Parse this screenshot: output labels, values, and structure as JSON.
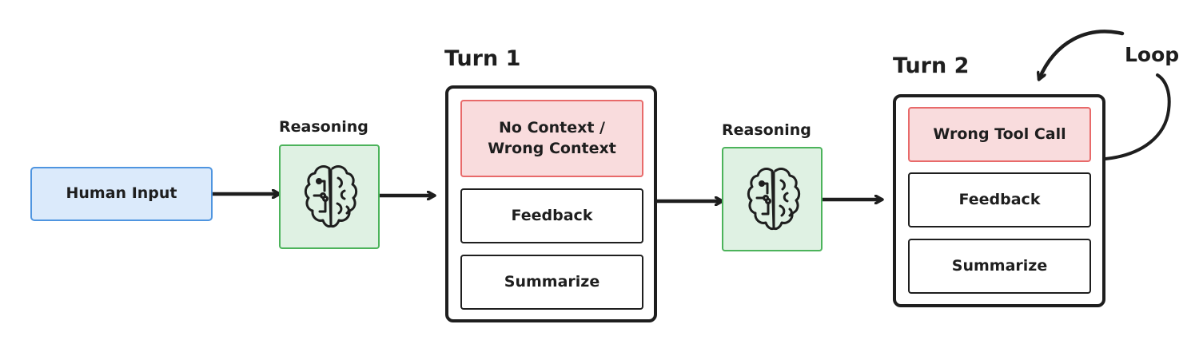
{
  "human_input": {
    "label": "Human Input"
  },
  "reasoning_1": {
    "label": "Reasoning",
    "icon": "brain-icon"
  },
  "turn_1": {
    "title": "Turn 1",
    "steps": [
      "No Context /\nWrong Context",
      "Feedback",
      "Summarize"
    ]
  },
  "reasoning_2": {
    "label": "Reasoning",
    "icon": "brain-icon"
  },
  "turn_2": {
    "title": "Turn 2",
    "steps": [
      "Wrong Tool Call",
      "Feedback",
      "Summarize"
    ]
  },
  "loop": {
    "label": "Loop"
  },
  "colors": {
    "human_fill": "#dbeafb",
    "human_stroke": "#4f95e0",
    "reasoning_fill": "#dff1e3",
    "reasoning_stroke": "#4cb35b",
    "error_fill": "#f9dcdd",
    "error_stroke": "#e86a6a",
    "ink": "#1e1e1e"
  }
}
